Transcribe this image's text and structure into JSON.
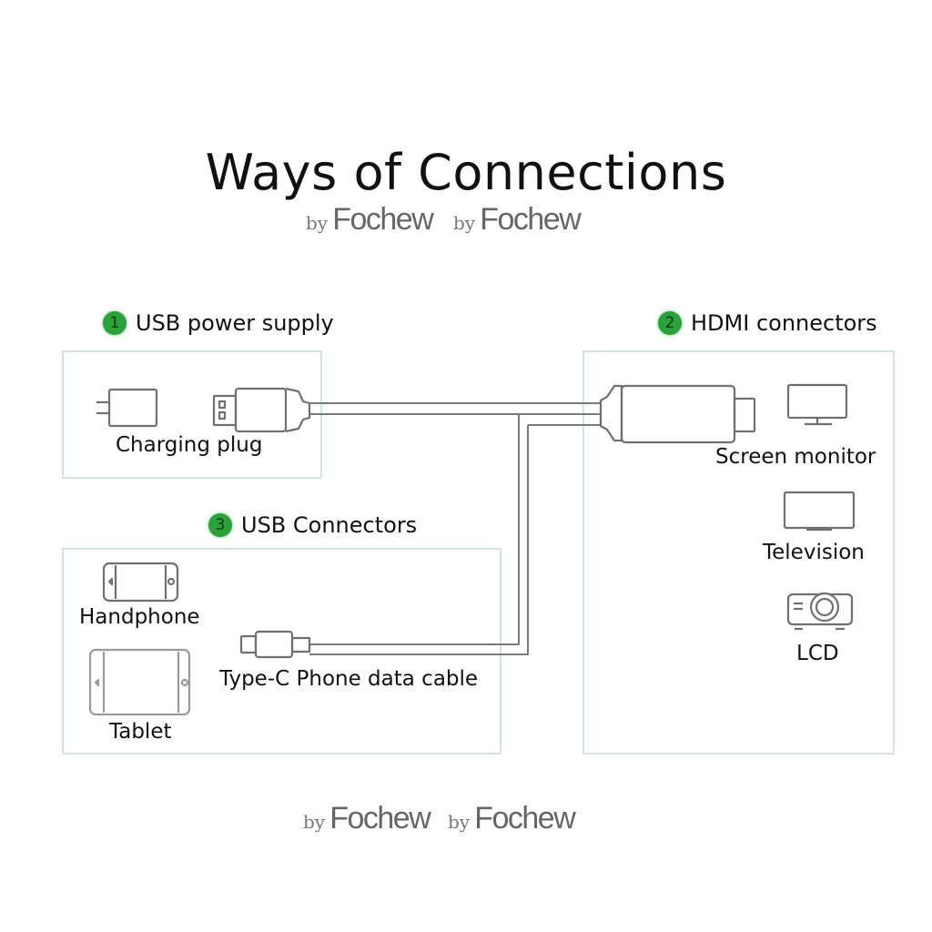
{
  "title": "Ways of Connections",
  "watermark": {
    "by": "by",
    "brand": "Fochew"
  },
  "accent_color": "#2aa13b",
  "sections": [
    {
      "number": "1",
      "label": "USB power supply",
      "items": [
        {
          "icon": "charging-plug-icon",
          "label": "Charging plug"
        },
        {
          "icon": "usb-a-plug-icon",
          "label": ""
        }
      ]
    },
    {
      "number": "2",
      "label": "HDMI connectors",
      "items": [
        {
          "icon": "monitor-icon",
          "label": "Screen monitor"
        },
        {
          "icon": "television-icon",
          "label": "Television"
        },
        {
          "icon": "projector-icon",
          "label": "LCD"
        }
      ]
    },
    {
      "number": "3",
      "label": "USB Connectors",
      "items": [
        {
          "icon": "handphone-icon",
          "label": "Handphone"
        },
        {
          "icon": "tablet-icon",
          "label": "Tablet"
        },
        {
          "icon": "type-c-plug-icon",
          "label": "Type-C Phone data cable"
        }
      ]
    }
  ]
}
